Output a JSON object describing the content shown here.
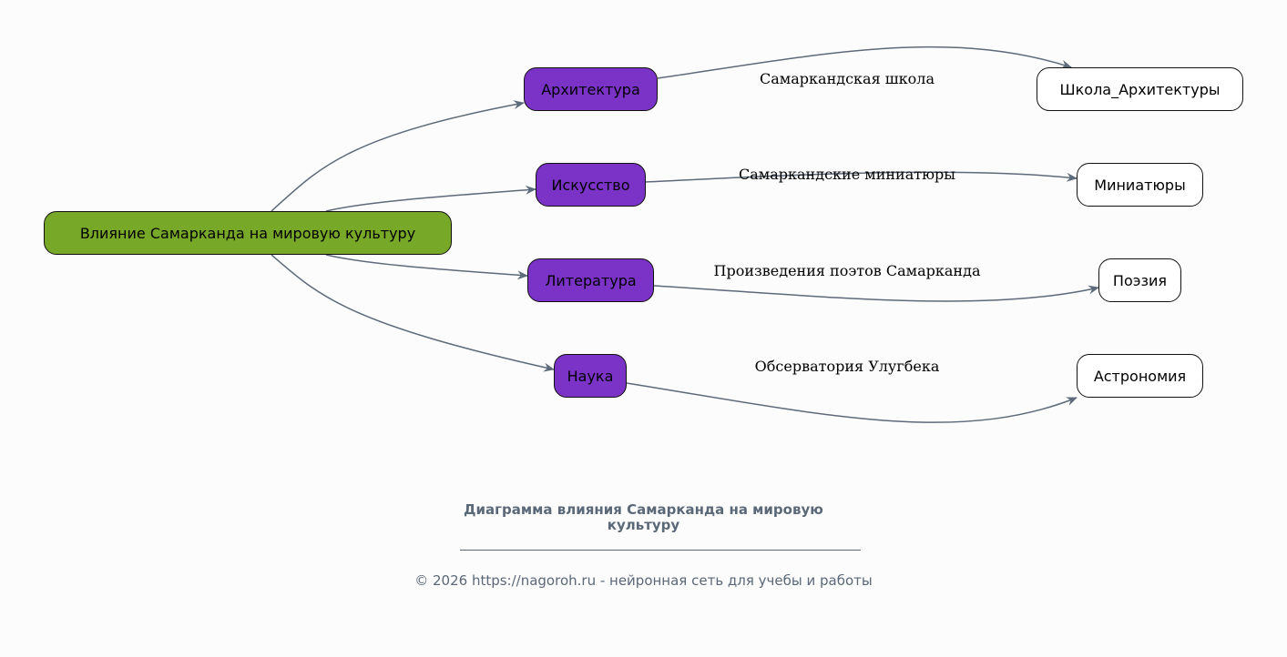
{
  "colors": {
    "root": "#77a828",
    "category": "#7a33c6",
    "leaf": "#ffffff",
    "edge": "#5c6a79",
    "footer": "#5b6878"
  },
  "nodes": {
    "root": "Влияние Самарканда на мировую культуру",
    "architecture": "Архитектура",
    "art": "Искусство",
    "literature": "Литература",
    "science": "Наука",
    "school": "Школа_Архитектуры",
    "miniatures": "Миниатюры",
    "poetry": "Поэзия",
    "astronomy": "Астрономия"
  },
  "edge_labels": {
    "architecture_school": "Самаркандская школа",
    "art_miniatures": "Самаркандские миниатюры",
    "literature_poetry": "Произведения поэтов Самарканда",
    "science_astronomy": "Обсерватория Улугбека"
  },
  "footer": {
    "title_line1": "Диаграмма влияния Самарканда на мировую",
    "title_line2": "культуру",
    "copyright": "© 2026 https://nagoroh.ru - нейронная сеть для учебы и работы"
  }
}
